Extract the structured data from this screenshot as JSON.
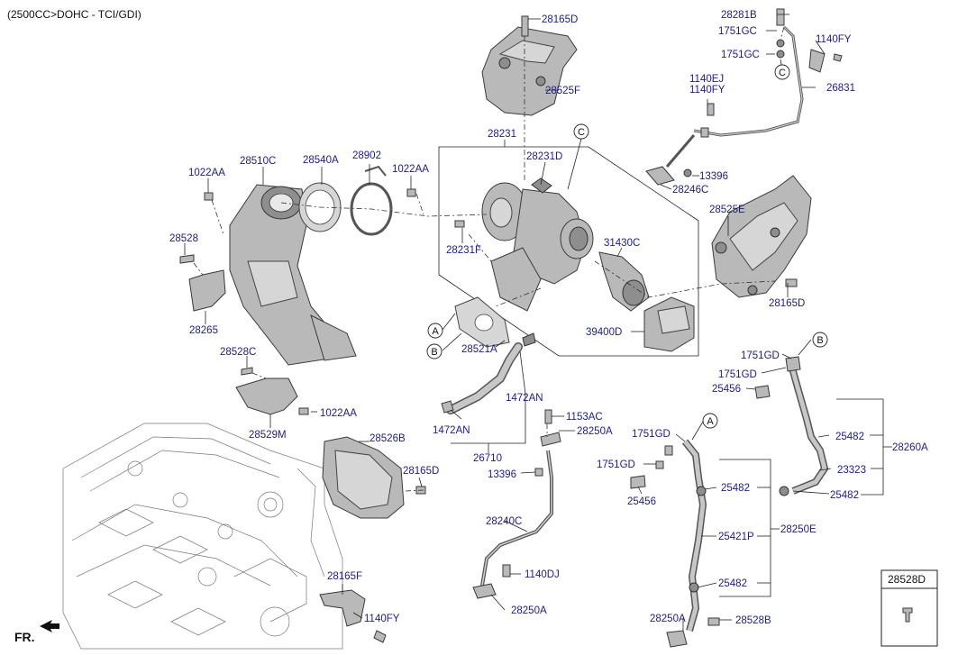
{
  "header": "(2500CC>DOHC - TCI/GDI)",
  "direction_marker": "FR.",
  "colors": {
    "label": "#1c1c8a",
    "line": "#222222",
    "part_fill": "#b9b9b9"
  },
  "inset_box_label": "28528D",
  "reference_markers": [
    "A",
    "B",
    "C"
  ],
  "labels": {
    "p28165D_top": "28165D",
    "p28525F": "28525F",
    "p28281B": "28281B",
    "p1751GC_a": "1751GC",
    "p1751GC_b": "1751GC",
    "p1140FY_top": "1140FY",
    "p26831": "26831",
    "p1140EJ": "1140EJ",
    "p1140FY_mid": "1140FY",
    "p28231": "28231",
    "p28231D": "28231D",
    "p13396_top": "13396",
    "p28246C": "28246C",
    "p28510C": "28510C",
    "p28540A": "28540A",
    "p28902": "28902",
    "p1022AA_a": "1022AA",
    "p1022AA_b": "1022AA",
    "p28525E": "28525E",
    "p28528": "28528",
    "p28231F": "28231F",
    "p31430C": "31430C",
    "p28165D_right": "28165D",
    "p28265": "28265",
    "p39400D": "39400D",
    "p28521A": "28521A",
    "p28528C": "28528C",
    "p1751GD_a": "1751GD",
    "p1751GD_b": "1751GD",
    "p25456_a": "25456",
    "p1472AN_a": "1472AN",
    "p1022AA_c": "1022AA",
    "p1153AC": "1153AC",
    "p28250A_a": "28250A",
    "p1472AN_b": "1472AN",
    "p28529M": "28529M",
    "p1751GD_c": "1751GD",
    "p25482_a": "25482",
    "p28260A": "28260A",
    "p28526B": "28526B",
    "p26710": "26710",
    "p1751GD_d": "1751GD",
    "p23323": "23323",
    "p28165D_mid": "28165D",
    "p13396_mid": "13396",
    "p25482_b": "25482",
    "p25482_c": "25482",
    "p25456_b": "25456",
    "p28240C": "28240C",
    "p28250E": "28250E",
    "p25421P": "25421P",
    "p1140DJ": "1140DJ",
    "p28165F": "28165F",
    "p25482_d": "25482",
    "p28250A_b": "28250A",
    "p1140FY_bot": "1140FY",
    "p28250A_c": "28250A",
    "p28528B": "28528B"
  }
}
